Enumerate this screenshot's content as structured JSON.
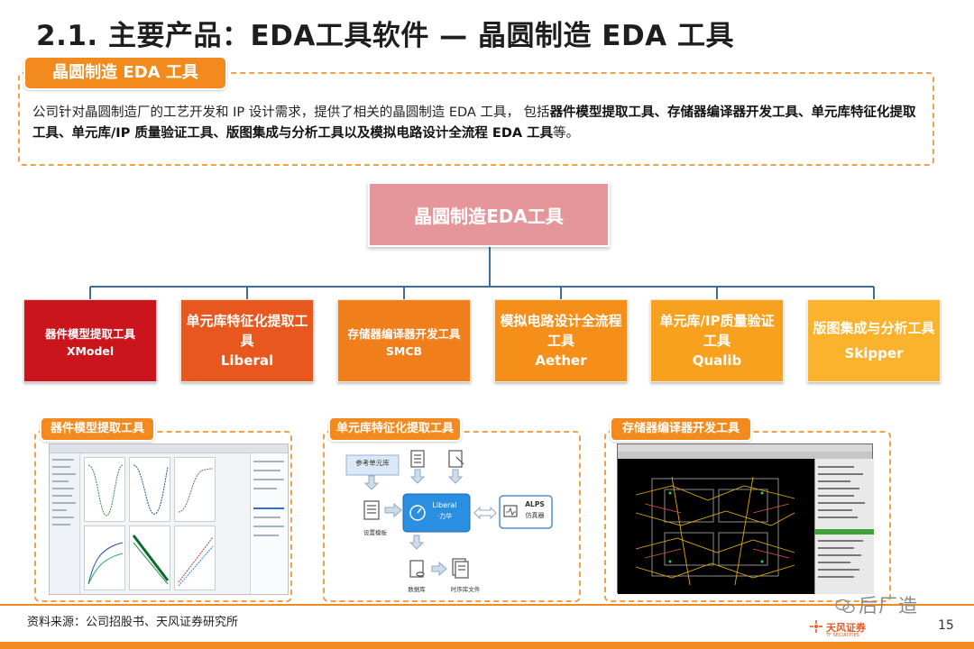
{
  "header": {
    "title": "2.1. 主要产品：EDA工具软件 — 晶圆制造 EDA 工具"
  },
  "intro": {
    "tag": "晶圆制造 EDA 工具",
    "text_plain": "公司针对晶圆制造厂的工艺开发和 IP 设计需求，提供了相关的晶圆制造 EDA 工具， 包括",
    "text_bold": "器件模型提取工具、存储器编译器开发工具、单元库特征化提取工具、单元库/IP 质量验证工具、版图集成与分析工具以及模拟电路设计全流程 EDA 工具",
    "text_end": "等。"
  },
  "tree": {
    "root": "晶圆制造EDA工具",
    "categories": [
      {
        "name": "器件模型提取工具",
        "tool": "XModel",
        "color": "#c9151b"
      },
      {
        "name": "单元库特征化提取工具",
        "tool": "Liberal",
        "color": "#e8571e"
      },
      {
        "name": "存储器编译器开发工具",
        "tool": "SMCB",
        "color": "#f07e1b"
      },
      {
        "name": "模拟电路设计全流程工具",
        "tool": "Aether",
        "color": "#f58f1a"
      },
      {
        "name": "单元库/IP质量验证工具",
        "tool": "Qualib",
        "color": "#f7a11e"
      },
      {
        "name": "版图集成与分析工具",
        "tool": "Skipper",
        "color": "#fbb22c"
      }
    ]
  },
  "panels": [
    {
      "tag": "器件模型提取工具"
    },
    {
      "tag": "单元库特征化提取工具",
      "flow": {
        "ref_lib": "参考单元库",
        "center_title": "Liberal",
        "center_sub": "·力华",
        "alps_title": "ALPS",
        "alps_sub": "仿真器",
        "settings": "设置模板",
        "database": "数据库",
        "timing_file": "时序库文件"
      }
    },
    {
      "tag": "存储器编译器开发工具"
    }
  ],
  "footer": {
    "source": "资料来源：公司招股书、天风证券研究所",
    "page": "15",
    "brand": "天风证券",
    "brand_sub": "TF SECURITIES",
    "watermark": "后厂造"
  },
  "colors": {
    "accent": "#f28a1e",
    "root": "#e5969a",
    "connector": "#3b6fa0"
  }
}
